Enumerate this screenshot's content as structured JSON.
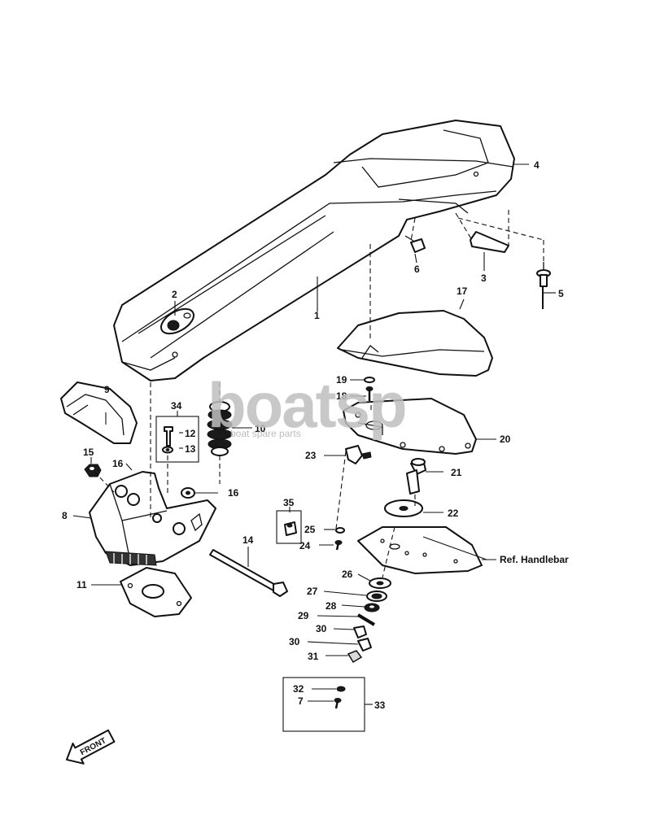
{
  "watermark": {
    "brand": "boatsp",
    "tagline": "boat spare parts"
  },
  "callouts": {
    "c1": "1",
    "c2": "2",
    "c3": "3",
    "c4": "4",
    "c5": "5",
    "c6": "6",
    "c7": "7",
    "c8": "8",
    "c9": "9",
    "c10": "10",
    "c11": "11",
    "c12": "12",
    "c13": "13",
    "c14": "14",
    "c15": "15",
    "c16a": "16",
    "c16b": "16",
    "c17": "17",
    "c18": "18",
    "c19": "19",
    "c20": "20",
    "c21": "21",
    "c22": "22",
    "c23": "23",
    "c24": "24",
    "c25": "25",
    "c26": "26",
    "c27": "27",
    "c28": "28",
    "c29": "29",
    "c30a": "30",
    "c30b": "30",
    "c31": "31",
    "c32": "32",
    "c33": "33",
    "c34": "34",
    "c35": "35"
  },
  "ref_label": "Ref. Handlebar",
  "front_arrow_label": "FRONT"
}
